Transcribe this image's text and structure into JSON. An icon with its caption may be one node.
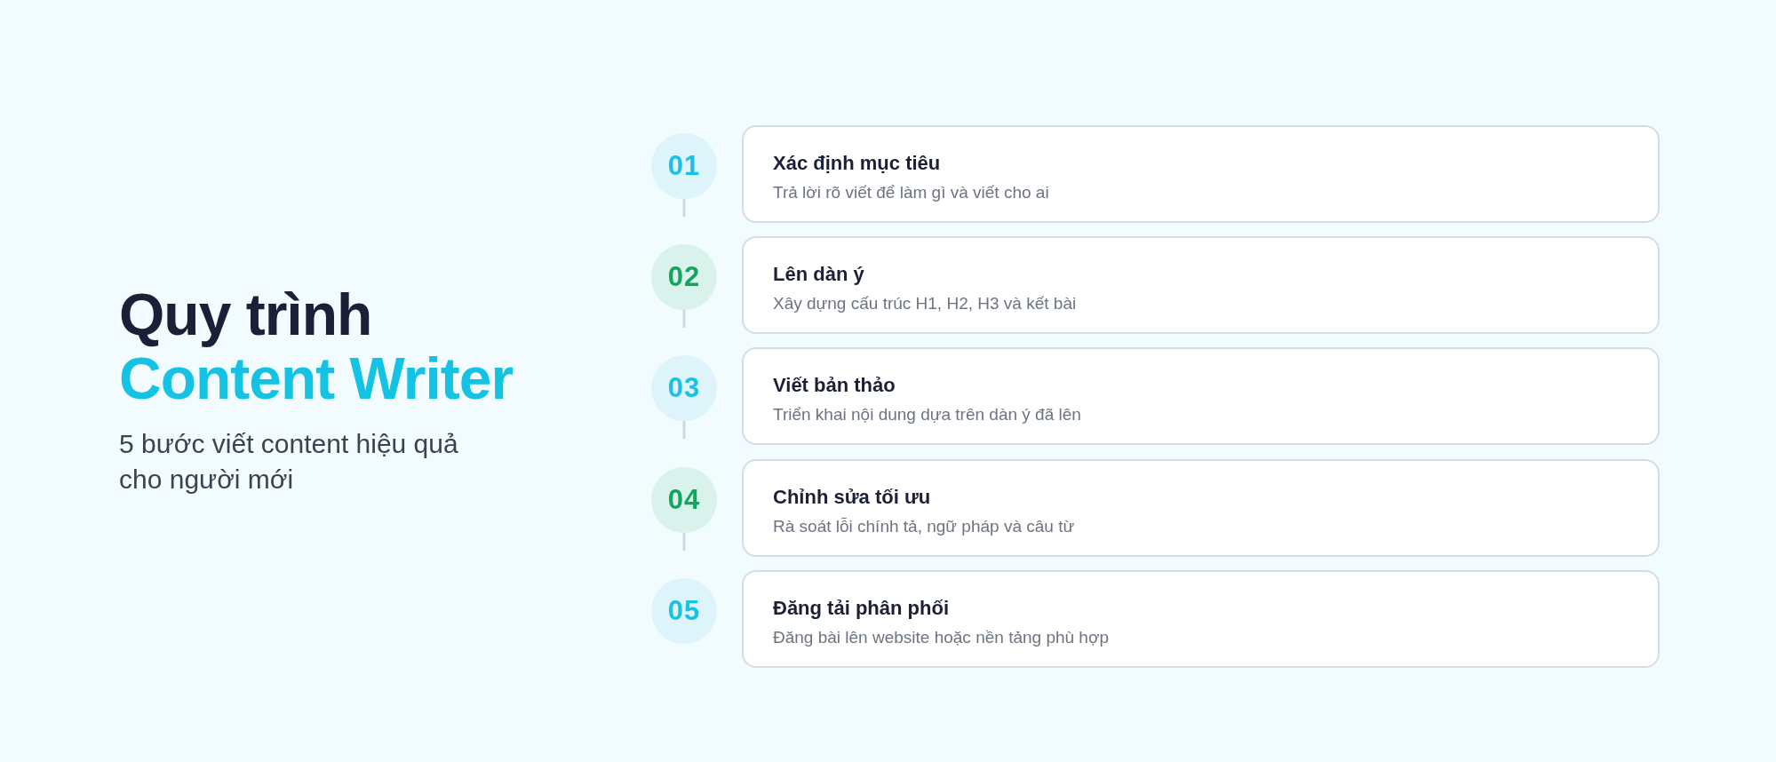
{
  "diagram": {
    "title": "Quy trình Content Writer",
    "nodes": [
      {
        "text": [
          "01"
        ]
      },
      {
        "text": [
          "Xác định mục tiêu",
          "Trả lời rõ viết để làm gì và viết cho ai"
        ]
      },
      {
        "text": [
          "02"
        ]
      },
      {
        "text": [
          "Lên dàn ý",
          "Xây dựng cấu trúc H1, H2, H3 và kết bài"
        ]
      },
      {
        "text": [
          "03"
        ]
      },
      {
        "text": [
          "Viết bản thảo",
          "Triển khai nội dung dựa trên dàn ý đã lên"
        ]
      },
      {
        "text": [
          "04"
        ]
      },
      {
        "text": [
          "Chỉnh sửa tối ưu",
          "Rà soát lỗi chính tả, ngữ pháp và câu từ"
        ]
      },
      {
        "text": [
          "05"
        ]
      },
      {
        "text": [
          "Đăng tải phân phối",
          "Đăng bài lên website hoặc nền tảng phù hợp"
        ]
      }
    ],
    "edges": [
      {
        "from": 0,
        "to": null,
        "arrow": "none"
      },
      {
        "from": 2,
        "to": null,
        "arrow": "none"
      },
      {
        "from": 4,
        "to": null,
        "arrow": "none"
      },
      {
        "from": 6,
        "to": null,
        "arrow": "none"
      }
    ],
    "labels": [
      "5 bước viết content hiệu quả cho người mới"
    ]
  }
}
